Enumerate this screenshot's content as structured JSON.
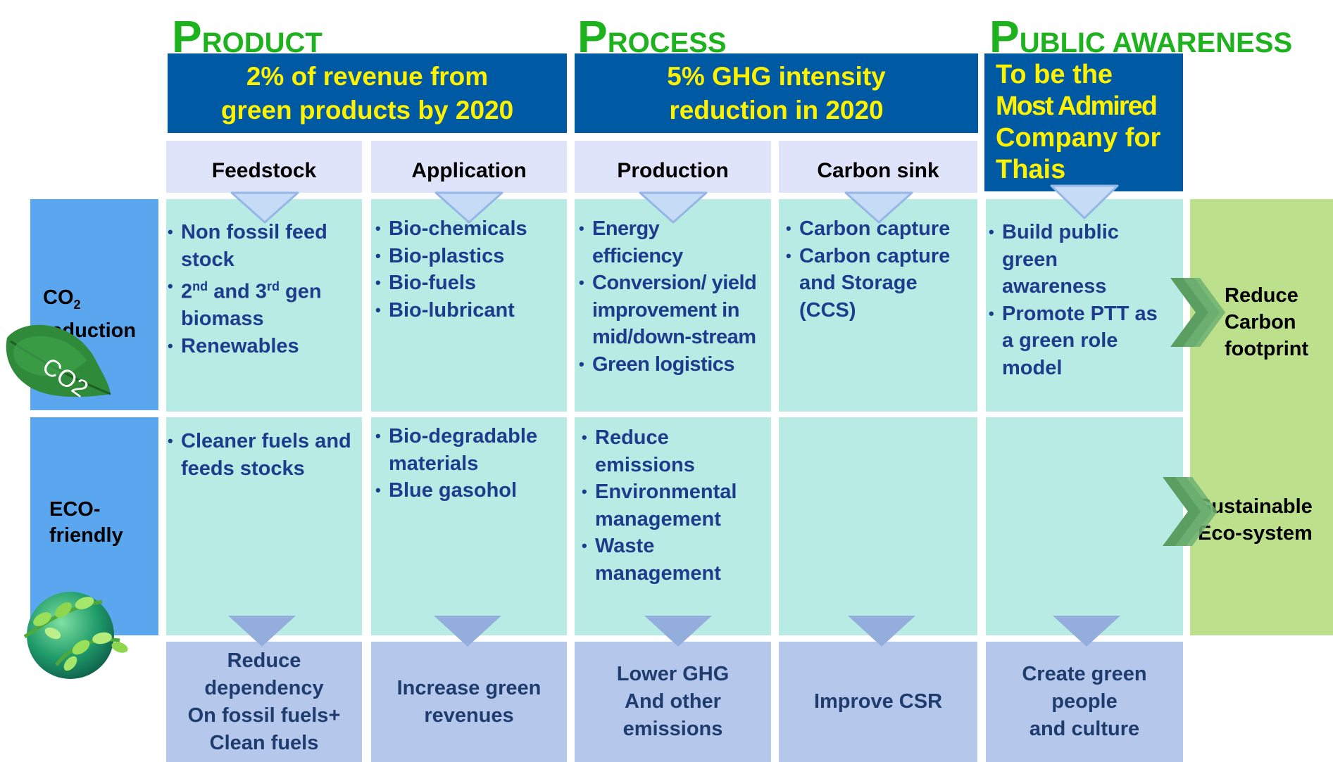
{
  "titles": {
    "product": {
      "initial": "P",
      "rest": "RODUCT"
    },
    "process": {
      "initial": "P",
      "rest": "ROCESS"
    },
    "public_awareness": {
      "initial": "P",
      "rest": "UBLIC AWARENESS"
    }
  },
  "goals": {
    "product": [
      "2% of revenue from",
      "green products by 2020"
    ],
    "process": [
      "5% GHG intensity",
      "reduction in 2020"
    ],
    "public_awareness": [
      "To be the",
      "Most Admired",
      "Company for",
      "Thais"
    ]
  },
  "subheaders": [
    "Feedstock",
    "Application",
    "Production",
    "Carbon sink"
  ],
  "row_labels": {
    "co2": {
      "prefix": "CO",
      "subscript": "2",
      "line2": "reduction"
    },
    "eco": [
      "ECO-",
      "friendly"
    ]
  },
  "co2_row": {
    "feedstock": [
      "Non fossil feed stock",
      "2nd and 3rd gen biomass",
      "Renewables"
    ],
    "feedstock_superscripts": [
      "nd",
      "rd"
    ],
    "application": [
      "Bio-chemicals",
      "Bio-plastics",
      "Bio-fuels",
      "Bio-lubricant"
    ],
    "production": [
      "Energy efficiency",
      "Conversion/ yield improvement in mid/down-stream",
      "Green logistics"
    ],
    "carbon_sink": [
      "Carbon capture",
      "Carbon capture and Storage (CCS)"
    ],
    "public": [
      "Build public green awareness",
      "Promote PTT as a green role model"
    ]
  },
  "eco_row": {
    "feedstock": [
      "Cleaner fuels and feeds stocks"
    ],
    "application": [
      "Bio-degradable materials",
      "Blue gasohol"
    ],
    "production": [
      "Reduce emissions",
      "Environmental management",
      "Waste management"
    ]
  },
  "outcomes": {
    "feedstock": [
      "Reduce",
      "dependency",
      "On fossil fuels+",
      "Clean fuels"
    ],
    "application": [
      "Increase green",
      "revenues"
    ],
    "production": [
      "Lower GHG",
      "And other",
      "emissions"
    ],
    "carbon_sink": [
      "Improve CSR"
    ],
    "public": [
      "Create green",
      "people",
      "and culture"
    ]
  },
  "results": {
    "reduce_carbon": [
      "Reduce",
      "Carbon",
      "footprint"
    ],
    "sustainable": [
      "Sustainable",
      "Eco-system"
    ]
  },
  "leaf_text": "CO2",
  "colors": {
    "title_green": "#1eb31e",
    "goal_blue": "#0059a3",
    "goal_yellow": "#fff200",
    "subheader_lavender": "#dfe4fb",
    "cell_teal": "#b7ebe3",
    "outcome_blue": "#b5c8ec",
    "row_label_blue": "#5aa7f0",
    "result_green": "#bde08d",
    "bullet_navy": "#1e3c8c"
  }
}
